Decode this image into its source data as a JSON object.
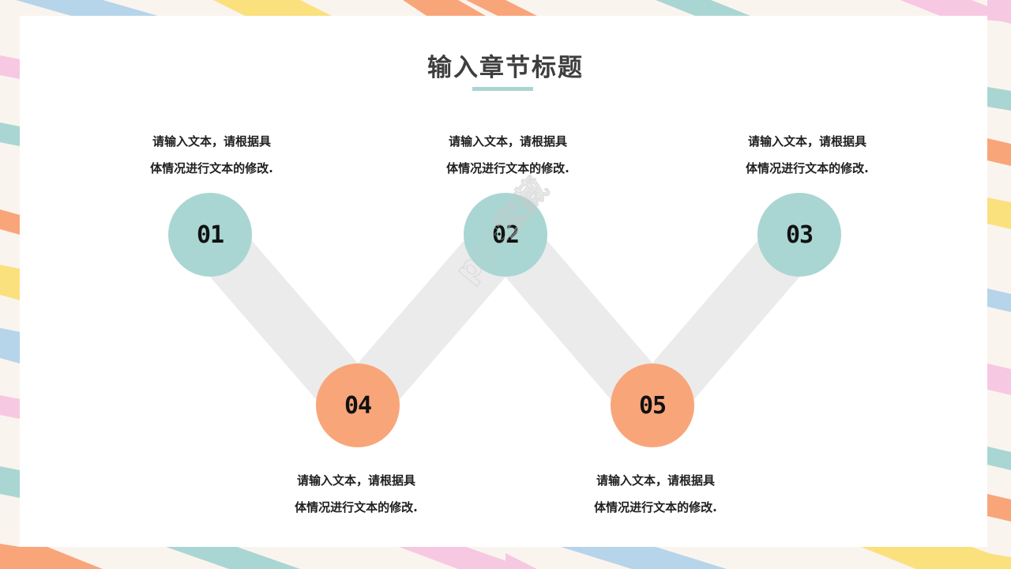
{
  "slide": {
    "title": "输入章节标题",
    "watermark": "ppt宝藏",
    "colors": {
      "background": "#faf4ef",
      "panel": "#ffffff",
      "teal": "#a9d6d2",
      "orange": "#f9a57a",
      "connector": "#ebebeb",
      "title_text": "#3e3e3e",
      "stripe_blue": "#b6d4ea",
      "stripe_yellow": "#fbe07e",
      "stripe_pink": "#f7c8e1"
    }
  },
  "steps": [
    {
      "number": "01",
      "color": "teal",
      "line1": "请输入文本，请根据具",
      "line2": "体情况进行文本的修改."
    },
    {
      "number": "02",
      "color": "teal",
      "line1": "请输入文本，请根据具",
      "line2": "体情况进行文本的修改."
    },
    {
      "number": "03",
      "color": "teal",
      "line1": "请输入文本，请根据具",
      "line2": "体情况进行文本的修改."
    },
    {
      "number": "04",
      "color": "orange",
      "line1": "请输入文本，请根据具",
      "line2": "体情况进行文本的修改."
    },
    {
      "number": "05",
      "color": "orange",
      "line1": "请输入文本，请根据具",
      "line2": "体情况进行文本的修改."
    }
  ]
}
